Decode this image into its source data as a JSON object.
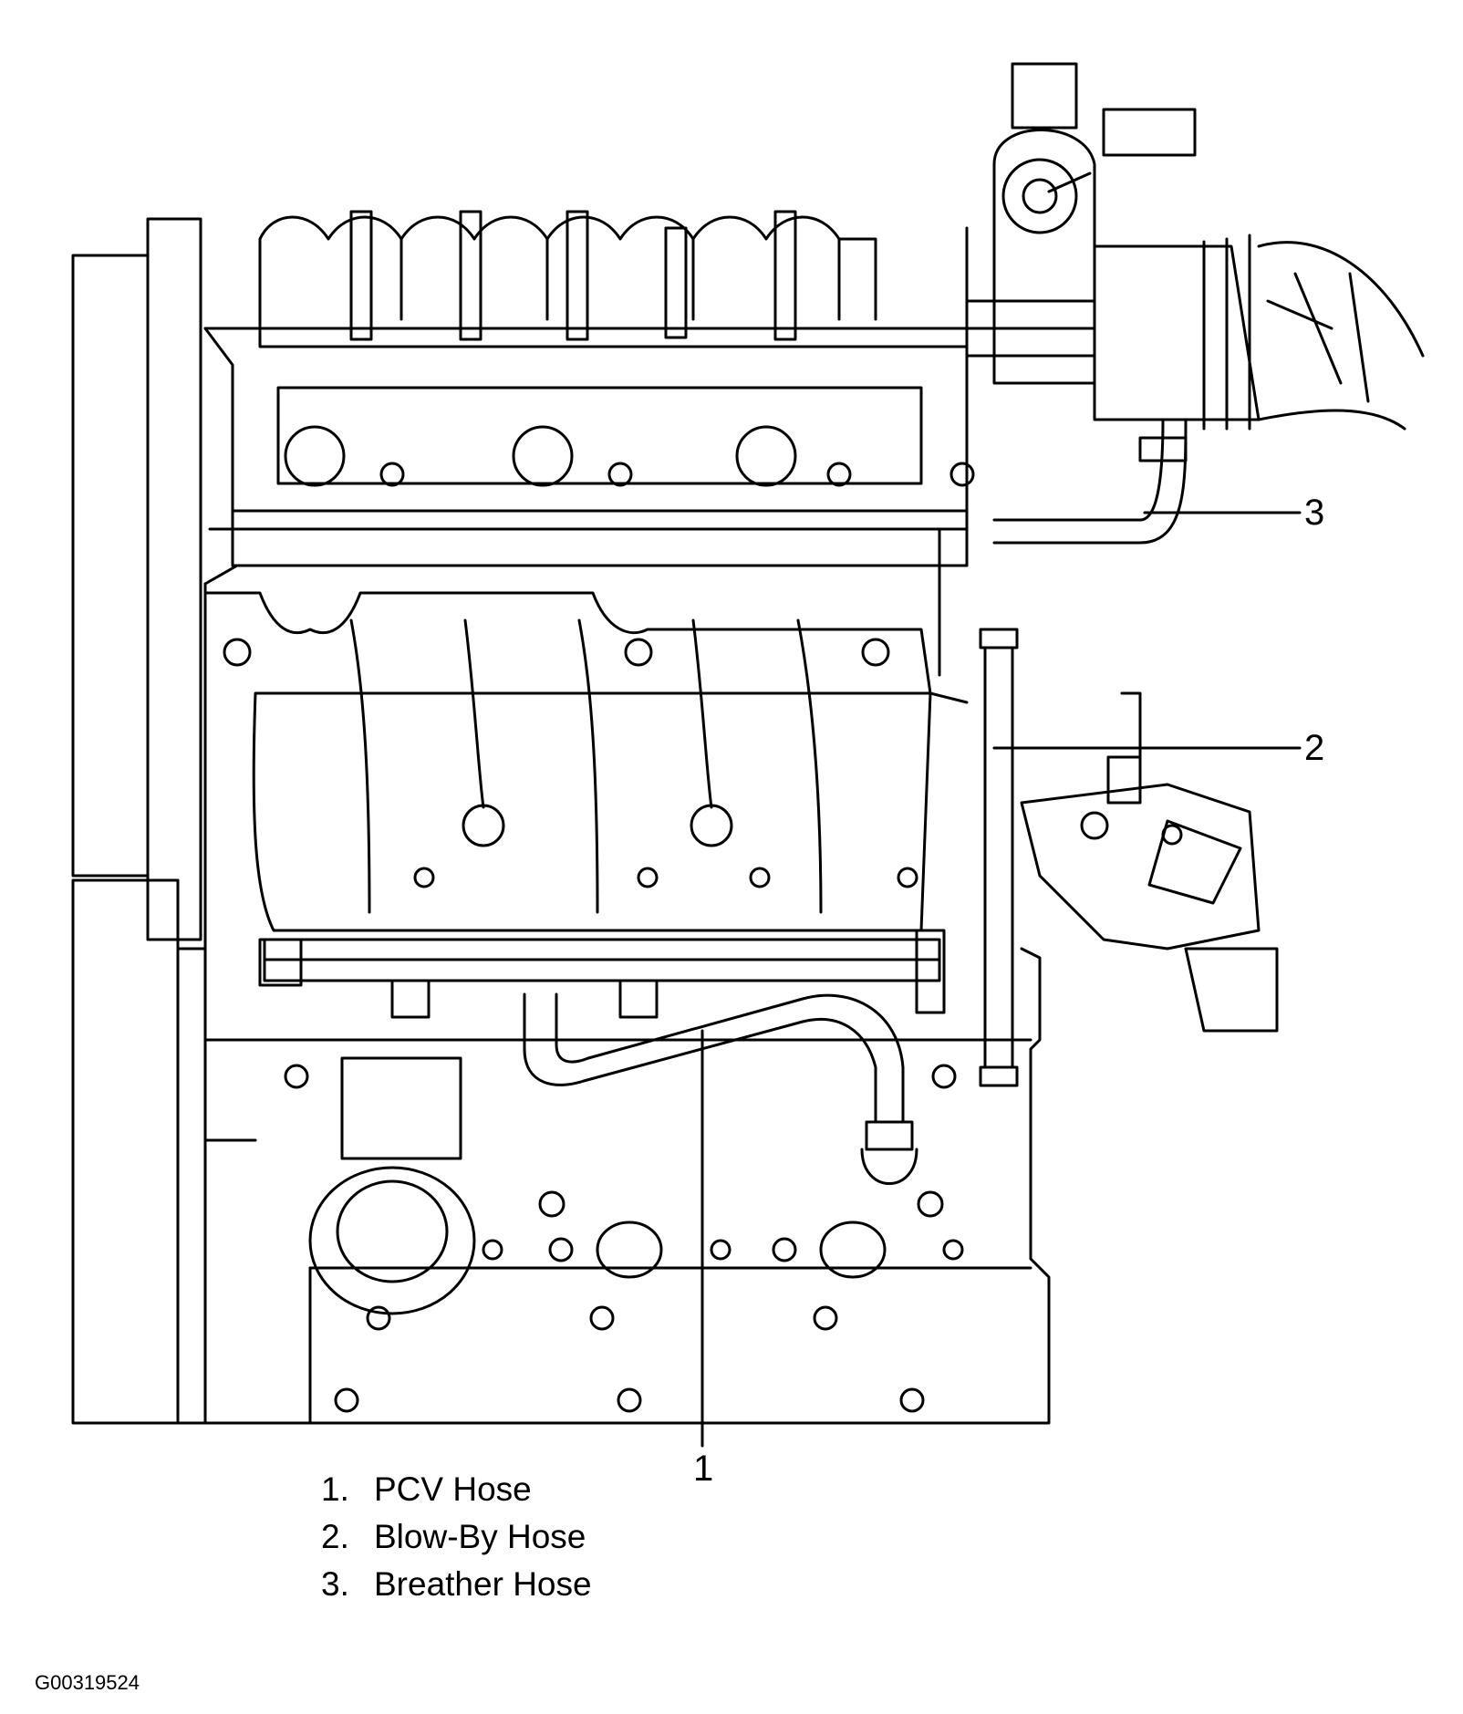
{
  "callouts": [
    {
      "number": "1",
      "part": "PCV Hose"
    },
    {
      "number": "2",
      "part": "Blow-By Hose"
    },
    {
      "number": "3",
      "part": "Breather Hose"
    }
  ],
  "legend": [
    {
      "num": "1.",
      "label": "PCV Hose"
    },
    {
      "num": "2.",
      "label": "Blow-By Hose"
    },
    {
      "num": "3.",
      "label": "Breather Hose"
    }
  ],
  "figure_id": "G00319524",
  "colors": {
    "line": "#000000",
    "background": "#ffffff"
  }
}
